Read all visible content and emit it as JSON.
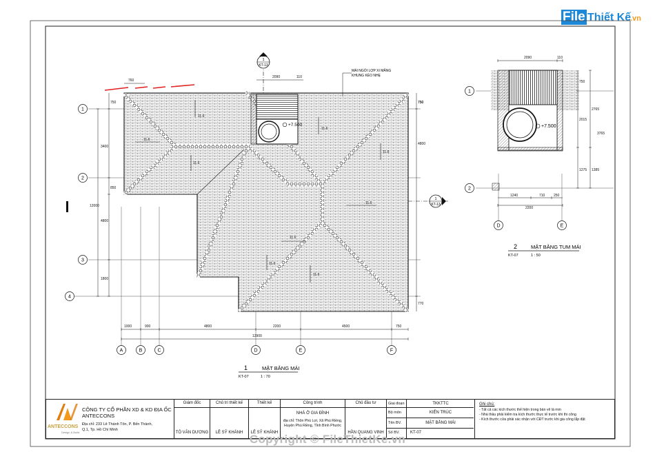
{
  "site_logo": {
    "file": "File",
    "name": "Thiết Kế",
    "domain": ".vn"
  },
  "watermark": "Copyright © FileThietKe.vn",
  "main_plan": {
    "section_tag": {
      "num": "1",
      "ref": "KT-13"
    },
    "section_tag_side": {
      "num": "1",
      "ref": "KT-13"
    },
    "note_roof": "MÁI NGÓI LỢP XI MĂNG",
    "note_frame": "KHUNG KÈO NHẸ",
    "dims_top": [
      "760",
      "2090",
      "110",
      "750"
    ],
    "dims_left": [
      "750",
      "3400",
      "850",
      "4800",
      "1800"
    ],
    "dims_left_total": "12000",
    "dims_right": [
      "750",
      "4800",
      "770"
    ],
    "dims_bottom": [
      "1000",
      "900",
      "4800",
      "2200",
      "4500",
      "750"
    ],
    "dims_bottom_total": "12900",
    "slope_labels": [
      "11.6",
      "11.6",
      "11.6",
      "11.6",
      "11.6",
      "11.6",
      "11.6",
      "11.6",
      "11.6"
    ],
    "elevation": "+7.500",
    "grid_rows": [
      "1",
      "2",
      "3",
      "4"
    ],
    "grid_cols": [
      "A",
      "B",
      "C",
      "D",
      "E",
      "F"
    ],
    "title_num": "1",
    "title": "MẶT BẰNG MÁI",
    "title_ref": "KT-07",
    "title_scale": "1 : 70"
  },
  "detail_plan": {
    "dims_top": [
      "2090",
      "110"
    ],
    "dims_right": [
      "750",
      "2765",
      "2015",
      "3765",
      "1275",
      "1385"
    ],
    "dims_bottom": [
      "1240",
      "710",
      "250"
    ],
    "dims_bottom_total": "2200",
    "elevation": "+7.500",
    "grid_rows": [
      "1",
      "2"
    ],
    "grid_cols": [
      "D",
      "E"
    ],
    "title_num": "2",
    "title": "MẶT BẰNG TUM MÁI",
    "title_ref": "KT-07",
    "title_scale": "1 : 50"
  },
  "title_block": {
    "company_line1": "CÔNG TY CỔ PHẦN XD & KD ĐỊA ỐC",
    "company_line2": "ANTECCONS",
    "address_line1": "Địa chỉ: 233 Lê Thánh Tôn, P. Bến Thành,",
    "address_line2": "Q.1, Tp. Hồ Chí Minh",
    "logo_text": "ANTECCONS",
    "logo_sub": "Design & Build",
    "headers": {
      "director": "Giám đốc",
      "design_lead": "Chủ trì thiết kế",
      "designer": "Thiết kế",
      "project": "Công trình",
      "investor": "Chủ đầu tư",
      "phase": "Giai đoạn"
    },
    "director_name": "TÔ VĂN DƯƠNG",
    "design_lead_name": "LÊ SỸ KHÁNH",
    "designer_name": "LÊ SỸ KHÁNH",
    "project_name": "NHÀ Ở GIA ĐÌNH",
    "project_addr1": "địa chỉ: Thôn Phú Lợi, Xã Phú Riềng,",
    "project_addr2": "Huyện Phú Riềng, Tỉnh Bình Phước",
    "investor_name": "HẦN QUANG VINH",
    "phase_value": "TKKTTC",
    "dept_label": "Bộ môn",
    "dept_value": "KIẾN TRÚC",
    "drawing_label": "Tên BV.",
    "drawing_value": "MẶT BẰNG MÁI",
    "sheet_label": "Số BV.",
    "sheet_value": "KT-07",
    "notes_title": "Ghi chú:",
    "notes": [
      "- Tất cả các kích thước thể hiện trong bản vẽ là mm",
      "- Nhà thầu phải kiểm tra kích thước thực tế trước khi thi công",
      "- Kích thước cửa phải xác nhận với CĐT trước khi gia công lắp đặt"
    ]
  },
  "colors": {
    "line": "#111111",
    "red_mark": "#e02020",
    "logo_blue": "#1e88d8",
    "logo_orange": "#f39a1e",
    "company_gold": "#c8a040",
    "watermark": "#bcbcbc"
  }
}
